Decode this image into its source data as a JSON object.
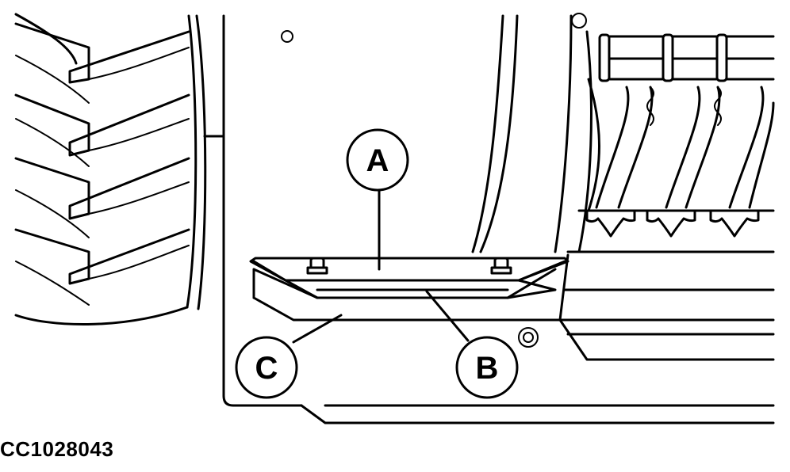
{
  "callouts": {
    "a": "A",
    "b": "B",
    "c": "C"
  },
  "figure_id": "CC1028043"
}
